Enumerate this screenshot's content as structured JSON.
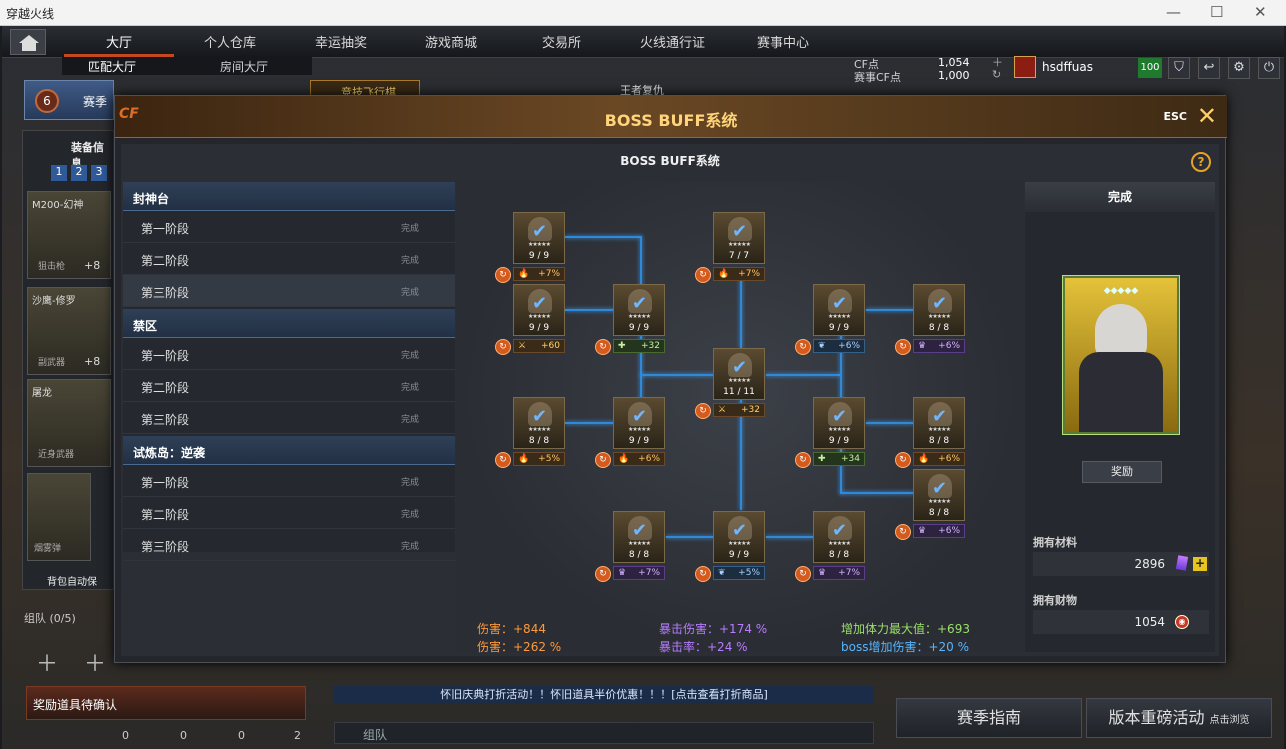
{
  "window": {
    "title": "穿越火线"
  },
  "nav": {
    "tabs": [
      "大厅",
      "个人仓库",
      "幸运抽奖",
      "游戏商城",
      "交易所",
      "火线通行证",
      "赛事中心"
    ],
    "sub_tabs": [
      "匹配大厅",
      "房间大厅"
    ]
  },
  "currency": {
    "cf_label": "CF点",
    "cf_value": "1,054",
    "event_label": "赛事CF点",
    "event_value": "1,000"
  },
  "user": {
    "name": "hsdffuas",
    "level": "100"
  },
  "lobby": {
    "season_level": "6",
    "season_label": "赛季",
    "equip_label": "装备信息",
    "slots": [
      "1",
      "2",
      "3"
    ],
    "weapons": [
      {
        "name": "M200-幻神",
        "type": "狙击枪",
        "plus": "+8"
      },
      {
        "name": "沙鹰-修罗",
        "type": "副武器",
        "plus": "+8"
      },
      {
        "name": "屠龙",
        "type": "近身武器",
        "plus": ""
      }
    ],
    "grenade_label": "烟雾弹",
    "auto_label": "背包自动保",
    "team_label": "组队 (0/5)",
    "champ": "王者复仇",
    "race": "竞技飞行棋"
  },
  "bottom": {
    "reward_text": "奖励道具待确认",
    "notice": "怀旧庆典打折活动！！怀旧道具半价优惠！！！[点击查看打折商品]",
    "chat_channel": "组队",
    "btn_guide": "赛季指南",
    "btn_event": "版本重磅活动",
    "btn_event_sub": "点击浏览",
    "counts": [
      "0",
      "0",
      "0",
      "2"
    ]
  },
  "modal": {
    "title": "BOSS BUFF系统",
    "esc": "ESC",
    "inner_title": "BOSS BUFF系统",
    "help": "?",
    "groups": [
      {
        "name": "封神台",
        "stages": [
          "第一阶段",
          "第二阶段",
          "第三阶段"
        ]
      },
      {
        "name": "禁区",
        "stages": [
          "第一阶段",
          "第二阶段",
          "第三阶段"
        ]
      },
      {
        "name": "试炼岛：逆袭",
        "stages": [
          "第一阶段",
          "第二阶段",
          "第三阶段"
        ]
      }
    ],
    "done_label": "完成",
    "nodes": [
      {
        "count": "9 / 9",
        "buff": "+7%",
        "kind": "fire"
      },
      {
        "count": "7 / 7",
        "buff": "+7%",
        "kind": "fire"
      },
      {
        "count": "9 / 9",
        "buff": "+60",
        "kind": "blade"
      },
      {
        "count": "9 / 9",
        "buff": "+32",
        "kind": "green"
      },
      {
        "count": "9 / 9",
        "buff": "+6%",
        "kind": "blue"
      },
      {
        "count": "8 / 8",
        "buff": "+6%",
        "kind": "purple"
      },
      {
        "count": "11 / 11",
        "buff": "+32",
        "kind": "blade"
      },
      {
        "count": "8 / 8",
        "buff": "+5%",
        "kind": "fire"
      },
      {
        "count": "9 / 9",
        "buff": "+6%",
        "kind": "fire"
      },
      {
        "count": "9 / 9",
        "buff": "+34",
        "kind": "green"
      },
      {
        "count": "8 / 8",
        "buff": "+6%",
        "kind": "fire"
      },
      {
        "count": "8 / 8",
        "buff": "+6%",
        "kind": "purple"
      },
      {
        "count": "8 / 8",
        "buff": "+7%",
        "kind": "purple"
      },
      {
        "count": "9 / 9",
        "buff": "+5%",
        "kind": "blue"
      },
      {
        "count": "8 / 8",
        "buff": "+7%",
        "kind": "purple"
      }
    ],
    "stats": [
      {
        "label": "伤害：+844",
        "color": "#ff9a3c"
      },
      {
        "label": "伤害：+262 %",
        "color": "#ff9a3c"
      },
      {
        "label": "暴击伤害：+174 %",
        "color": "#b77cff"
      },
      {
        "label": "暴击率：+24 %",
        "color": "#b77cff"
      },
      {
        "label": "增加体力最大值：+693",
        "color": "#9be06a"
      },
      {
        "label": "boss增加伤害：+20 %",
        "color": "#57b6ff"
      }
    ],
    "right": {
      "status": "完成",
      "reward_btn": "奖励",
      "material_label": "拥有材料",
      "material_value": "2896",
      "wealth_label": "拥有财物",
      "wealth_value": "1054"
    }
  }
}
